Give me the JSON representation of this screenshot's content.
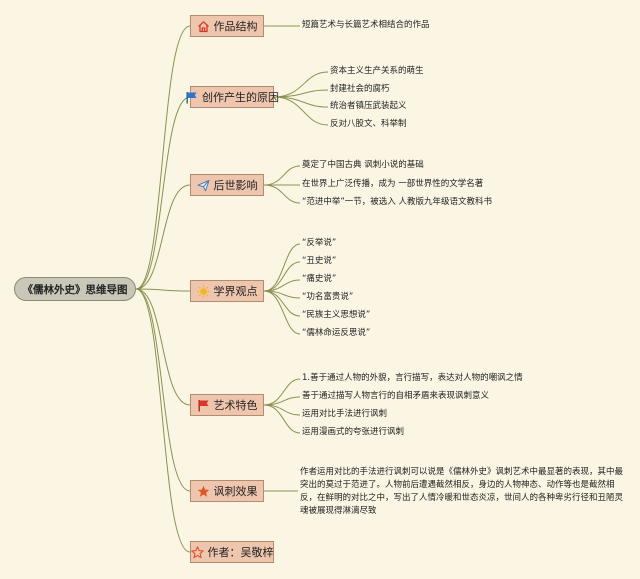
{
  "root": {
    "label": "《儒林外史》思维导图"
  },
  "branches": [
    {
      "label": "作品结构",
      "icon": "house-icon",
      "items": [
        "短篇艺术与长篇艺术相结合的作品"
      ]
    },
    {
      "label": "创作产生的原因",
      "icon": "flag-blue-icon",
      "items": [
        "资本主义生产关系的萌生",
        "封建社会的腐朽",
        "统治者镇压武装起义",
        "反对八股文、科举制"
      ]
    },
    {
      "label": "后世影响",
      "icon": "paper-plane-icon",
      "items": [
        "奠定了中国古典 讽刺小说的基础",
        "在世界上广泛传播，成为 一部世界性的文学名著",
        "“范进中举”一节，被选入 人教版九年级语文教科书"
      ]
    },
    {
      "label": "学界观点",
      "icon": "sun-icon",
      "items": [
        "“反举说”",
        "“丑史说”",
        "“痛史说”",
        "“功名富贵说”",
        "“民族主义思想说”",
        "“儒林命运反思说”"
      ]
    },
    {
      "label": "艺术特色",
      "icon": "flag-red-icon",
      "items": [
        "1.善于通过人物的外貌，言行描写，表达对人物的嘲讽之情",
        "善于通过描写人物言行的自相矛盾来表现讽刺意义",
        "运用对比手法进行讽刺",
        "运用漫画式的夸张进行讽刺"
      ]
    },
    {
      "label": "讽刺效果",
      "icon": "star-filled-icon",
      "paragraph": "作者运用对比的手法进行讽刺可以说是《儒林外史》讽刺艺术中最显著的表现，其中最突出的莫过于范进了。人物前后遭遇截然相反，身边的人物神态、动作等也是截然相反，在鲜明的对比之中，写出了人情冷暖和世态炎凉，世间人的各种卑劣行径和丑陋灵魂被展现得淋漓尽致"
    },
    {
      "label": "作者：吴敬梓",
      "icon": "star-outline-icon",
      "items": []
    }
  ],
  "colors": {
    "line": "#8a9150",
    "branch_fill": "#eec5ad",
    "branch_border": "#b58b6e",
    "root_fill": "#c9c8b8",
    "background": "#fbf6e4"
  }
}
